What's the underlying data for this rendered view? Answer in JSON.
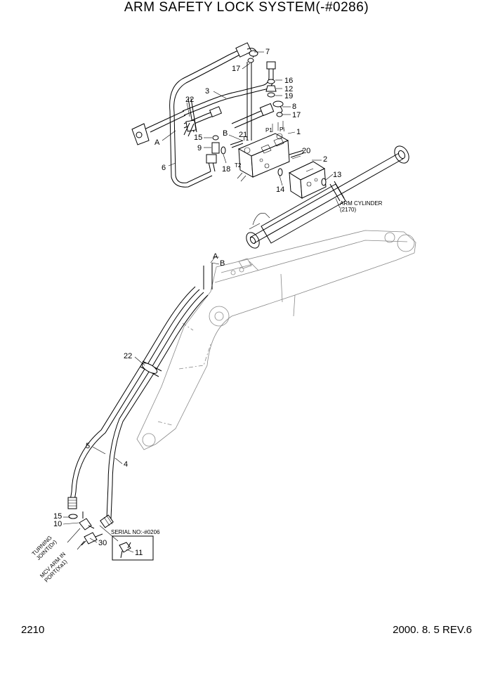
{
  "title": "ARM SAFETY LOCK SYSTEM(-#0286)",
  "page_number": "2210",
  "revision": "2000. 8. 5 REV.6",
  "labels": {
    "p1": "1",
    "p2": "2",
    "p3": "3",
    "p4": "4",
    "p5": "5",
    "p6": "6",
    "p7": "7",
    "p8": "8",
    "p9": "9",
    "p10": "10",
    "p11": "11",
    "p12": "12",
    "p13": "13",
    "p14": "14",
    "p15a": "15",
    "p15b": "15",
    "p16": "16",
    "p17a": "17",
    "p17b": "17",
    "p18": "18",
    "p19": "19",
    "p20": "20",
    "p21": "21",
    "p22a": "22",
    "p22b": "22",
    "p30": "30",
    "a_top": "A",
    "b_top": "B",
    "a_arm": "A",
    "b_arm": "B",
    "port_t1": "T1",
    "port_p1": "P1",
    "port_pi": "Pi",
    "port_t2": "T2"
  },
  "annotations": {
    "arm_cylinder": "ARM CYLINDER",
    "arm_cylinder_ref": "(2170)",
    "serial_no": "SERIAL NO:-#0206",
    "turning_joint_1": "TURNING",
    "turning_joint_2": "JOINT(Dr)",
    "mcv_arm_1": "MCV ARM IN",
    "mcv_arm_2": "PORT(Xa1)"
  }
}
